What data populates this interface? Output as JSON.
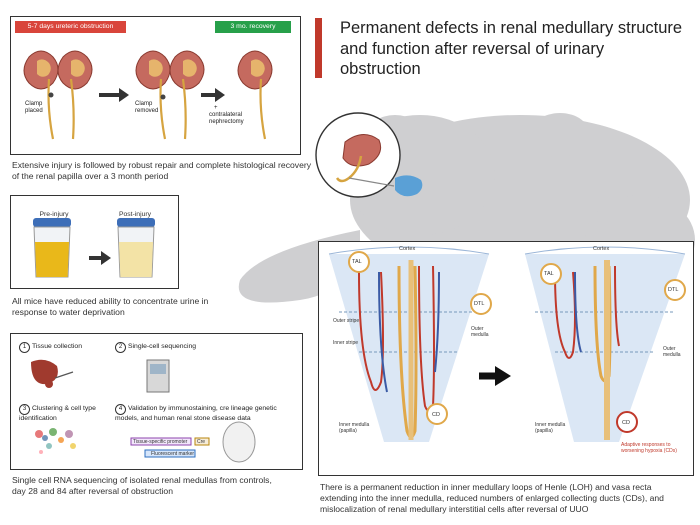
{
  "title": "Permanent defects in renal medullary structure and function after reversal of urinary obstruction",
  "colors": {
    "title_bar": "#c0392b",
    "badge_obstruction": "#d9453b",
    "badge_recovery": "#27a04a",
    "mouse": "#c9c9cb",
    "medulla_bg": "#dbe7f5",
    "vessel_red": "#c0392b",
    "vessel_blue": "#3b5ba5",
    "loop_tan": "#e0a84a",
    "cd_tan": "#e8c07a"
  },
  "panel_obstruction": {
    "badge_left": "5-7 days ureteric obstruction",
    "badge_right": "3 mo. recovery",
    "label_clamp_placed": "Clamp placed",
    "label_clamp_removed": "Clamp removed",
    "label_nephrectomy_plus": "+",
    "label_nephrectomy": "contralateral nephrectomy",
    "caption": "Extensive injury is followed by robust repair and complete histological recovery of the renal papilla over a 3 month period"
  },
  "panel_concentrate": {
    "label_pre": "Pre-injury",
    "label_post": "Post-injury",
    "caption": "All mice have reduced ability to concentrate urine in response to water deprivation"
  },
  "panel_sequencing": {
    "steps": [
      {
        "num": "1",
        "label": "Tissue collection"
      },
      {
        "num": "2",
        "label": "Single-cell sequencing"
      },
      {
        "num": "3",
        "label": "Clustering & cell type identification"
      },
      {
        "num": "4",
        "label": "Validation by immunostaining, cre lineage genetic models, and human renal stone disease data"
      }
    ],
    "promoter_label": "Tissue-specific promoter",
    "cre_label": "Cre",
    "marker_label": "Fluorescent marker",
    "caption": "Single cell RNA sequencing of isolated renal medullas from controls, day 28 and 84 after reversal of obstruction"
  },
  "panel_medulla": {
    "tal": "TAL",
    "cortex_left": "Cortex",
    "cortex_right": "Cortex",
    "dtl_left": "DTL",
    "dtl_right": "DTL",
    "outer_stripe": "Outer stripe",
    "inner_stripe": "Inner stripe",
    "outer_medulla": "Outer medulla",
    "outer_medulla_right": "Outer medulla",
    "inner_medulla": "Inner medulla (papilla)",
    "inner_medulla_right": "Inner medulla (papilla)",
    "cd_left": "CD",
    "cd_right": "CD",
    "adaptive_note": "Adaptive responses to worsening hypoxia (CDs)",
    "caption": "There is a permanent reduction in inner medullary loops of Henle (LOH) and vasa recta extending into the inner medulla, reduced numbers of enlarged collecting ducts (CDs), and mislocalization of renal medullary interstitial cells after reversal of UUO"
  }
}
